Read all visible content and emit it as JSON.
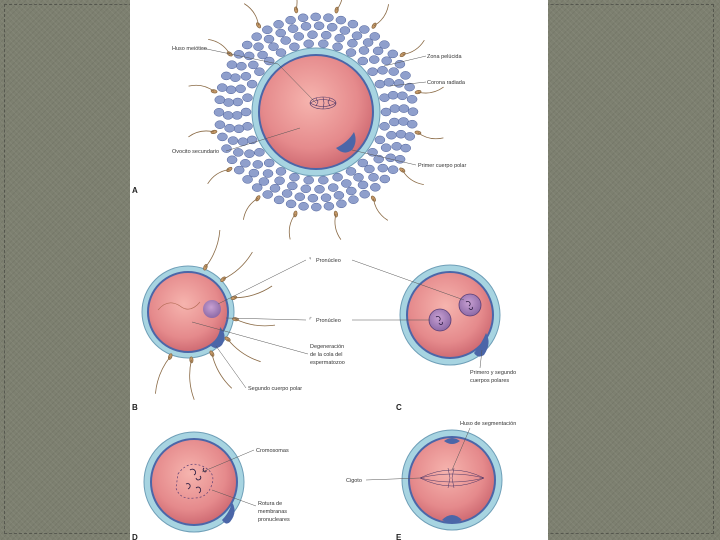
{
  "panels": {
    "a": "A",
    "b": "B",
    "c": "C",
    "d": "D",
    "e": "E"
  },
  "labels_a": {
    "huso": "Huso meiótico",
    "zona": "Zona pelúcida",
    "corona": "Corona radiada",
    "ovocito": "Ovocito secundario",
    "primer_cuerpo": "Primer cuerpo polar"
  },
  "labels_bc": {
    "fem_symbol": "♀",
    "fem": "Pronúcleo",
    "masc_symbol": "♂",
    "masc": "Pronúcleo",
    "degen_1": "Degeneración",
    "degen_2": "de la cola del",
    "degen_3": "espermatozoo",
    "segundo": "Segundo cuerpo polar",
    "cuerpos_1": "Primero y segundo",
    "cuerpos_2": "cuerpos polares"
  },
  "labels_de": {
    "cromosomas": "Cromosomas",
    "rotura_1": "Rotura de",
    "rotura_2": "membranas",
    "rotura_3": "pronucleares",
    "huso_seg": "Huso de segmentación",
    "cigoto": "Cigoto"
  },
  "colors": {
    "cytoplasm": "#e58a8c",
    "zona": "#a7d4e1",
    "membrane": "#4b66a8",
    "corona_cell": "#8f9fcc",
    "sperm": "#c79a68"
  }
}
